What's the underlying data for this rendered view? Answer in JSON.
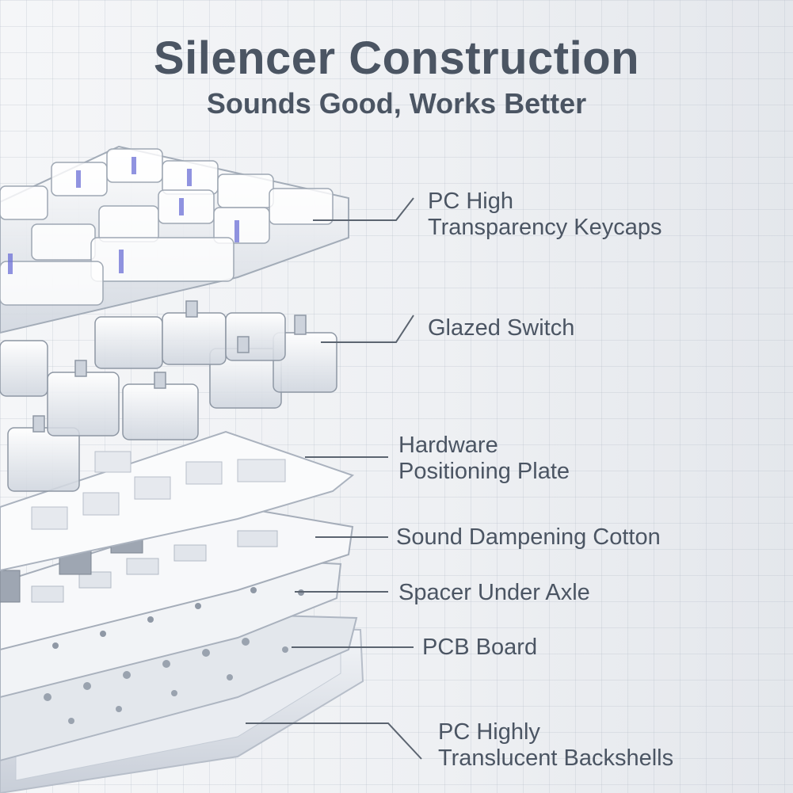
{
  "header": {
    "title": "Silencer Construction",
    "subtitle": "Sounds Good, Works Better"
  },
  "layers": [
    {
      "line1": "PC High",
      "line2": "Transparency Keycaps"
    },
    {
      "line1": "Glazed Switch",
      "line2": ""
    },
    {
      "line1": "Hardware",
      "line2": "Positioning Plate"
    },
    {
      "line1": "Sound Dampening Cotton",
      "line2": ""
    },
    {
      "line1": "Spacer Under Axle",
      "line2": ""
    },
    {
      "line1": "PCB Board",
      "line2": ""
    },
    {
      "line1": "PC Highly",
      "line2": "Translucent Backshells"
    }
  ],
  "colors": {
    "text": "#4b5563",
    "accent": "#6b6fd6"
  }
}
